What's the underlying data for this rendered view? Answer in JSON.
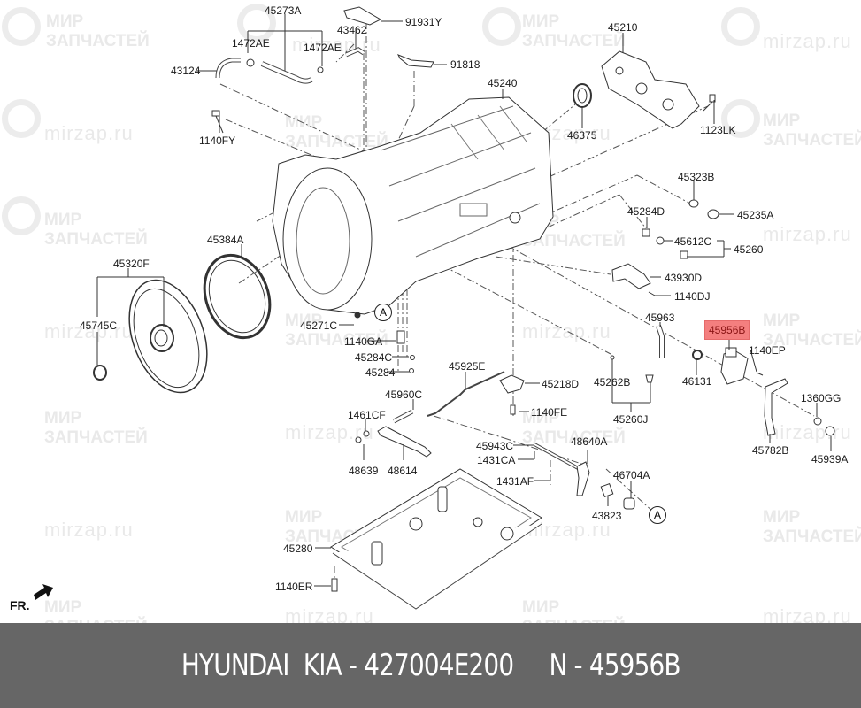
{
  "diagram": {
    "title": "Automatic transmission assembly exploded parts diagram",
    "highlight_color": "#f47f7f",
    "highlighted_part": "45956B",
    "direction_indicator": "FR.",
    "reference_marker": "A",
    "watermark": {
      "brand_line1": "МИР",
      "brand_line2": "ЗАПЧАСТЕЙ",
      "site": "mirzap.ru"
    },
    "labels": {
      "p45273A": "45273A",
      "p91931Y": "91931Y",
      "p43462": "43462",
      "p1472AE_left": "1472AE",
      "p1472AE_right": "1472AE",
      "p43124": "43124",
      "p91818": "91818",
      "p45210": "45210",
      "p45240": "45240",
      "p46375": "46375",
      "p1123LK": "1123LK",
      "p1140FY": "1140FY",
      "p45323B": "45323B",
      "p45284D": "45284D",
      "p45235A": "45235A",
      "p45612C": "45612C",
      "p45260": "45260",
      "p43930D": "43930D",
      "p1140DJ": "1140DJ",
      "p45384A": "45384A",
      "p45320F": "45320F",
      "p45745C": "45745C",
      "p45271C": "45271C",
      "p1140GA": "1140GA",
      "p45284C": "45284C",
      "p45284": "45284",
      "p45963": "45963",
      "p45956B": "45956B",
      "p1140EP": "1140EP",
      "p46131": "46131",
      "p45925E": "45925E",
      "p45218D": "45218D",
      "p45262B": "45262B",
      "p45260J": "45260J",
      "p1360GG": "1360GG",
      "p45960C": "45960C",
      "p1461CF": "1461CF",
      "p1140FE": "1140FE",
      "p45782B": "45782B",
      "p45939A": "45939A",
      "p48639": "48639",
      "p48614": "48614",
      "p45943C": "45943C",
      "p48640A": "48640A",
      "p1431CA": "1431CA",
      "p1431AF": "1431AF",
      "p46704A": "46704A",
      "p43823": "43823",
      "p45280": "45280",
      "p1140ER": "1140ER"
    }
  },
  "footer": {
    "caption": "HYUNDAI  KIA - 427004E200     N - 45956B",
    "background": "#666666"
  }
}
